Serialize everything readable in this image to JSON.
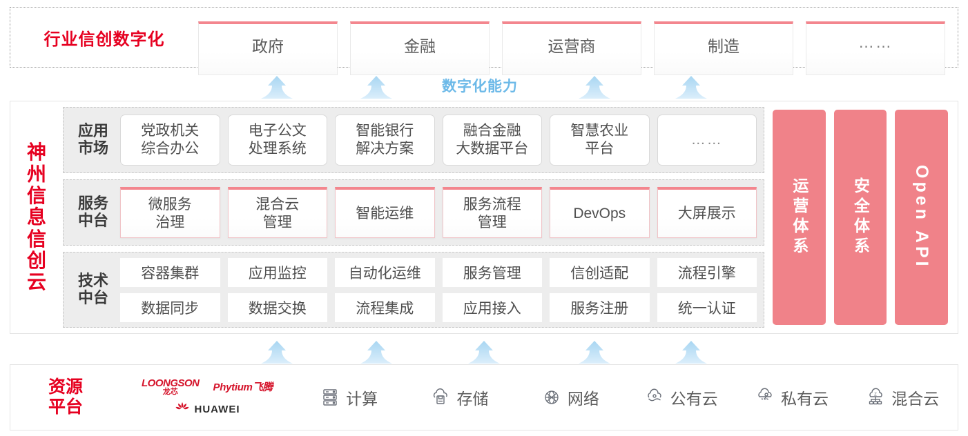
{
  "industry": {
    "title": "行业信创数字化",
    "boxes": [
      {
        "label": "政府"
      },
      {
        "label": "金融"
      },
      {
        "label": "运营商"
      },
      {
        "label": "制造"
      },
      {
        "label": "……"
      }
    ]
  },
  "capability": {
    "label": "数字化能力",
    "arrow_count_top": 4,
    "arrow_count_bottom": 5,
    "arrow_color": "#bfe0f5"
  },
  "cloud": {
    "title": "神州信息信创云",
    "title_chars": [
      "神",
      "州",
      "信",
      "息",
      "信",
      "创",
      "云"
    ],
    "tiers": [
      {
        "label": "应用市场",
        "label_lines": [
          "应用",
          "市场"
        ],
        "items": [
          {
            "lines": [
              "党政机关",
              "综合办公"
            ]
          },
          {
            "lines": [
              "电子公文",
              "处理系统"
            ]
          },
          {
            "lines": [
              "智能银行",
              "解决方案"
            ]
          },
          {
            "lines": [
              "融合金融",
              "大数据平台"
            ]
          },
          {
            "lines": [
              "智慧农业",
              "平台"
            ]
          },
          {
            "lines": [
              "……"
            ]
          }
        ]
      },
      {
        "label": "服务中台",
        "label_lines": [
          "服务",
          "中台"
        ],
        "items": [
          {
            "lines": [
              "微服务",
              "治理"
            ]
          },
          {
            "lines": [
              "混合云",
              "管理"
            ]
          },
          {
            "lines": [
              "智能运维"
            ]
          },
          {
            "lines": [
              "服务流程",
              "管理"
            ]
          },
          {
            "lines": [
              "DevOps"
            ]
          },
          {
            "lines": [
              "大屏展示"
            ]
          }
        ]
      },
      {
        "label": "技术中台",
        "label_lines": [
          "技术",
          "中台"
        ],
        "row1": [
          "容器集群",
          "应用监控",
          "自动化运维",
          "服务管理",
          "信创适配",
          "流程引擎"
        ],
        "row2": [
          "数据同步",
          "数据交换",
          "流程集成",
          "应用接入",
          "服务注册",
          "统一认证"
        ]
      }
    ],
    "sidebars": [
      {
        "label": "运营体系",
        "type": "cn"
      },
      {
        "label": "安全体系",
        "type": "cn"
      },
      {
        "label": "Open API",
        "type": "en"
      }
    ],
    "accent_pink": "#f08289",
    "accent_red": "#e60020"
  },
  "resource": {
    "title": "资源平台",
    "title_lines": [
      "资源",
      "平台"
    ],
    "logos": [
      {
        "name": "LOONGSON",
        "sub": "龙芯"
      },
      {
        "name": "Phytium飞腾"
      },
      {
        "name": "HUAWEI"
      }
    ],
    "items": [
      {
        "label": "计算",
        "icon": "server-icon"
      },
      {
        "label": "存储",
        "icon": "cloud-storage-icon"
      },
      {
        "label": "网络",
        "icon": "network-globe-icon"
      },
      {
        "label": "公有云",
        "icon": "public-cloud-icon"
      },
      {
        "label": "私有云",
        "icon": "private-cloud-icon"
      },
      {
        "label": "混合云",
        "icon": "hybrid-cloud-icon"
      }
    ]
  }
}
